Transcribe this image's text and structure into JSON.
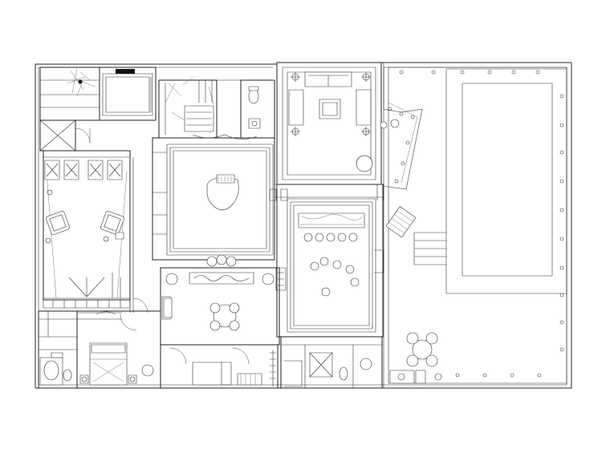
{
  "drawing": {
    "kind": "architectural-floor-plan",
    "style": "black-line-on-white",
    "colors": {
      "line": "#222222",
      "background": "#ffffff"
    }
  },
  "rooms": [
    "entry-stair-hall",
    "elevator",
    "main-staircase",
    "powder-room",
    "piano-hall",
    "sitting-room",
    "lounge-bar",
    "dining-area",
    "bedroom-left",
    "bedroom-lower",
    "bathroom-lower-left",
    "bathroom-lower-center",
    "terrace-with-pool",
    "outdoor-dining"
  ],
  "furniture": {
    "lounge_chairs": 4,
    "armchairs": 2,
    "bar_stools": 5,
    "dining_chairs": 4,
    "outdoor_chairs": 4,
    "sofa_seats": 2
  }
}
